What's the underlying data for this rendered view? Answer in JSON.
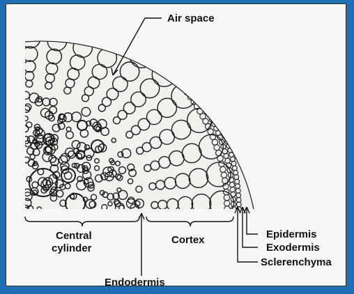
{
  "colors": {
    "frame": "#1f6fb6",
    "panel": "#f7f7f5",
    "ink": "#111111"
  },
  "labels": {
    "air_space": "Air space",
    "central_cylinder_line1": "Central",
    "central_cylinder_line2": "cylinder",
    "cortex": "Cortex",
    "epidermis": "Epidermis",
    "exodermis": "Exodermis",
    "sclerenchyma": "Sclerenchyma",
    "endodermis": "Endodermis"
  }
}
